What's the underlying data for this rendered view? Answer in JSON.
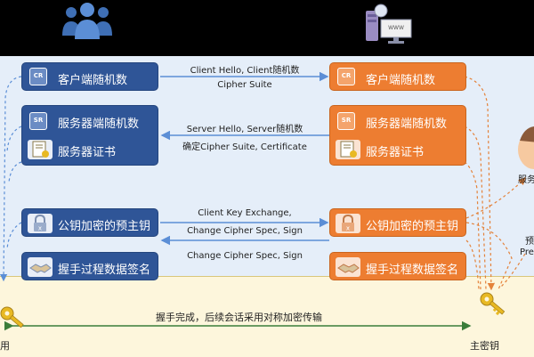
{
  "client_side": {
    "client_random": "客户端随机数",
    "server_random": "服务器端随机数",
    "server_cert": "服务器证书",
    "encrypted_premaster": "公钥加密的预主钥",
    "handshake_signature": "握手过程数据签名",
    "badge_cr": "CR",
    "badge_sr": "SR"
  },
  "server_side": {
    "client_random": "客户端随机数",
    "server_random": "服务器端随机数",
    "server_cert": "服务器证书",
    "encrypted_premaster": "公钥加密的预主钥",
    "handshake_signature": "握手过程数据签名",
    "badge_cr": "CR",
    "badge_sr": "SR",
    "server_site": "WWW"
  },
  "messages": {
    "m1_line1": "Client Hello, Client随机数",
    "m1_line2": "Cipher Suite",
    "m2_line1": "Server Hello, Server随机数",
    "m2_line2": "确定Cipher Suite, Certificate",
    "m3_line1": "Client Key Exchange,",
    "m3_line2": "Change Cipher Spec, Sign",
    "m4_line1": "Change Cipher Spec, Sign"
  },
  "bottom": {
    "handshake_done": "握手完成，后续会话采用对称加密传输",
    "master_key_right": "主密钥",
    "master_key_left_partial": "用"
  },
  "right_edge": {
    "server_partial": "服务",
    "premaster_partial_1": "预",
    "premaster_partial_2": "Pre"
  },
  "colors": {
    "blue": "#2f5597",
    "orange": "#ed7d31",
    "arrow_blue": "#5b8ed6",
    "arrow_orange": "#e4823a",
    "arrow_green": "#3a7d3a"
  },
  "icons": [
    "client-user-icon",
    "server-computer-icon",
    "certificate-icon",
    "lock-icon",
    "handshake-icon",
    "key-icon"
  ]
}
